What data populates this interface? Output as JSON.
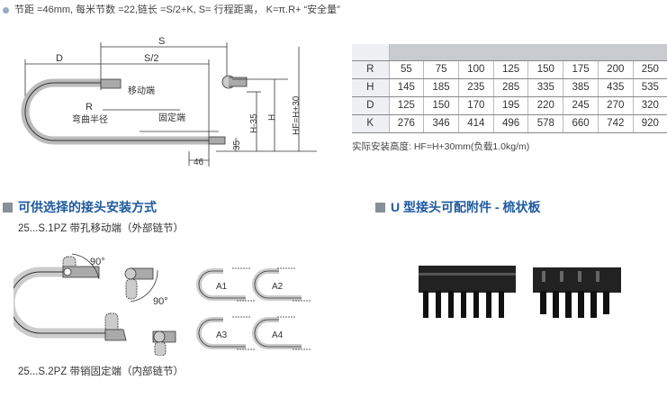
{
  "spec_line": "节距 =46mm, 每米节数 =22,链长 =S/2+K, S= 行程距离， K=π.R+ “安全量”",
  "diagram": {
    "S": "S",
    "D": "D",
    "S2": "S/2",
    "R": "R",
    "bend_radius": "弯曲半径",
    "moving_end": "移动端",
    "fixed_end": "固定端",
    "H35": "H-35",
    "H": "H",
    "HF": "HF=H+30",
    "dim35": "35",
    "dim46": "46"
  },
  "table": {
    "rows": [
      {
        "label": "R",
        "values": [
          "55",
          "75",
          "100",
          "125",
          "150",
          "175",
          "200",
          "250"
        ]
      },
      {
        "label": "H",
        "values": [
          "145",
          "185",
          "235",
          "285",
          "335",
          "385",
          "435",
          "535"
        ]
      },
      {
        "label": "D",
        "values": [
          "125",
          "150",
          "170",
          "195",
          "220",
          "245",
          "270",
          "320"
        ]
      },
      {
        "label": "K",
        "values": [
          "276",
          "346",
          "414",
          "496",
          "578",
          "660",
          "742",
          "920"
        ]
      }
    ]
  },
  "note": "实际安装高度:  HF=H+30mm(负载1.0kg/m)",
  "section1": {
    "title": "可供选择的接头安装方式",
    "sub1": "25...S.1PZ 带孔移动端（外部链节）",
    "sub2": "25...S.2PZ 带销固定端（内部链节）",
    "angle1": "90°",
    "angle2": "90°",
    "variants": [
      "A1",
      "A2",
      "A3",
      "A4"
    ]
  },
  "section2": {
    "title": "U 型接头可配附件 - 梳状板"
  }
}
